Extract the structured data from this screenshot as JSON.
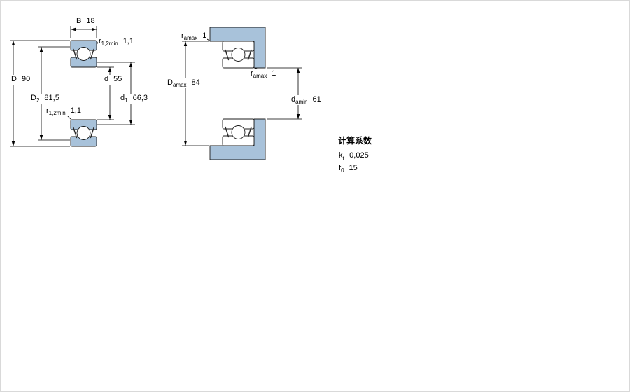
{
  "colors": {
    "section_blue": "#a8c2da",
    "line": "#000000"
  },
  "left_view": {
    "labels": {
      "width": {
        "sym": "B",
        "sub": "",
        "value": "18"
      },
      "r_top": {
        "sym": "r",
        "sub": "1,2min",
        "value": "1,1"
      },
      "outer_dia": {
        "sym": "D",
        "sub": "",
        "value": "90"
      },
      "recess_dia": {
        "sym": "D",
        "sub": "2",
        "value": "81,5"
      },
      "bore_dia": {
        "sym": "d",
        "sub": "",
        "value": "55"
      },
      "shoulder_dia": {
        "sym": "d",
        "sub": "1",
        "value": "66,3"
      },
      "r_bottom": {
        "sym": "r",
        "sub": "1,2min",
        "value": "1,1"
      }
    }
  },
  "right_view": {
    "labels": {
      "ra_top": {
        "sym": "r",
        "sub": "amax",
        "value": "1"
      },
      "Da_max": {
        "sym": "D",
        "sub": "amax",
        "value": "84"
      },
      "ra_mid": {
        "sym": "r",
        "sub": "amax",
        "value": "1"
      },
      "da_min": {
        "sym": "d",
        "sub": "amin",
        "value": "61"
      }
    }
  },
  "calculation_factors": {
    "heading": "计算系数",
    "kr": {
      "sym": "k",
      "sub": "r",
      "value": "0,025"
    },
    "f0": {
      "sym": "f",
      "sub": "0",
      "value": "15"
    }
  }
}
